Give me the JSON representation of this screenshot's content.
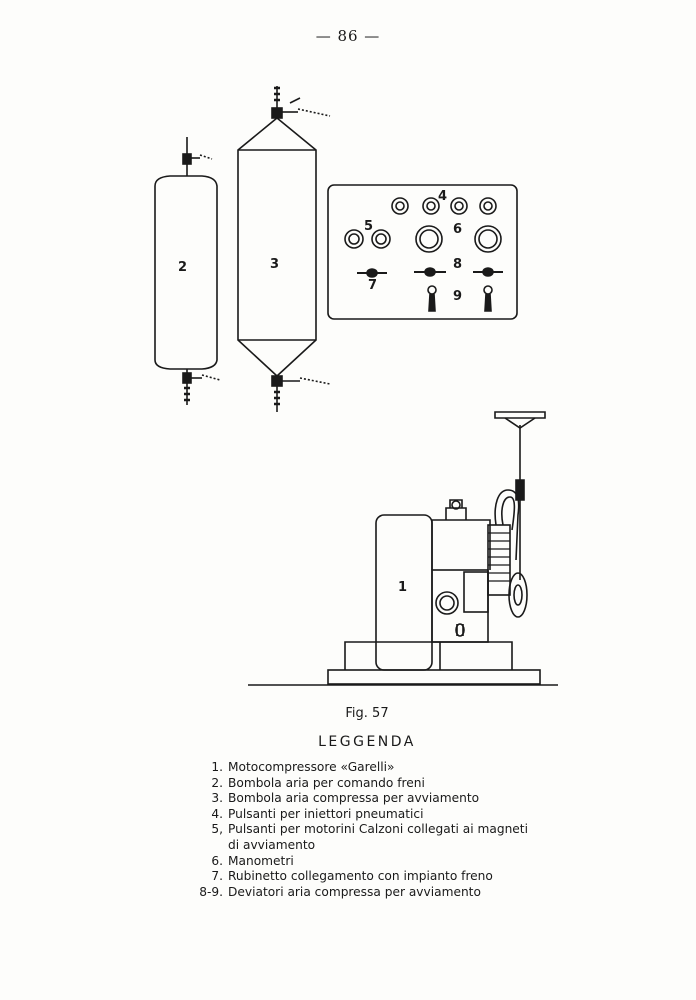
{
  "page_number": "— 86 —",
  "figure": {
    "labels": {
      "tank_small": "2",
      "tank_large": "3",
      "panel_injectors": "4",
      "panel_starter_buttons": "5",
      "panel_gauges": "6",
      "panel_valve": "7",
      "panel_valves_right": "8",
      "panel_diverters": "9",
      "compressor": "1"
    },
    "caption": "Fig. 57"
  },
  "legend": {
    "title": "LEGGENDA",
    "items": [
      {
        "num": "1.",
        "text": "Motocompressore «Garelli»"
      },
      {
        "num": "2.",
        "text": "Bombola aria per comando freni"
      },
      {
        "num": "3.",
        "text": "Bombola aria compressa per avviamento"
      },
      {
        "num": "4.",
        "text": "Pulsanti per iniettori pneumatici"
      },
      {
        "num": "5,",
        "text": "Pulsanti per motorini Calzoni collegati ai magneti di avviamento"
      },
      {
        "num": "6.",
        "text": "Manometri"
      },
      {
        "num": "7.",
        "text": "Rubinetto collegamento con impianto freno"
      },
      {
        "num": "8-9.",
        "text": "Deviatori aria compressa per avviamento"
      }
    ]
  }
}
